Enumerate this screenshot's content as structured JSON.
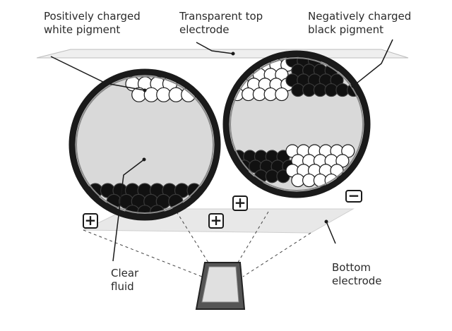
{
  "diagram": {
    "labels": {
      "white_pigment": "Positively charged\nwhite pigment",
      "top_electrode": "Transparent top\nelectrode",
      "black_pigment": "Negatively charged\nblack pigment",
      "clear_fluid": "Clear\nfluid",
      "bottom_electrode": "Bottom\nelectrode"
    },
    "signs": {
      "positive": "+",
      "negative": "−"
    },
    "colors": {
      "background": "#ffffff",
      "fluid": "#d9d9d9",
      "capsule_rim": "#1a1a1a",
      "electrode": "#e6e6e6",
      "black_pigment": "#111111",
      "white_pigment": "#ffffff",
      "leader": "#1a1a1a"
    },
    "icons": [
      "plus-icon",
      "minus-icon",
      "e-reader-device-icon"
    ]
  }
}
